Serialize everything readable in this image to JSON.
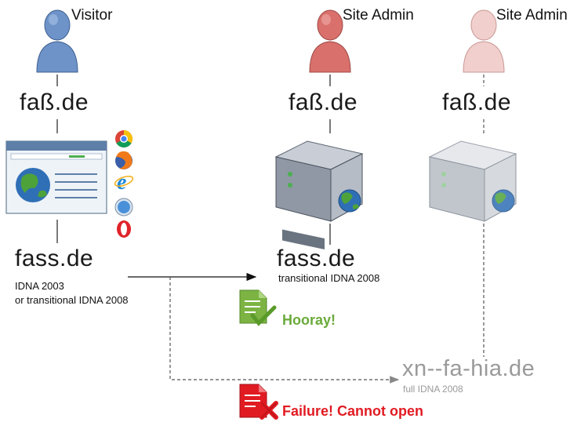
{
  "visitor": {
    "label": "Visitor",
    "typed_domain": "faß.de",
    "resolved_domain": "fass.de",
    "note_line1": "IDNA 2003",
    "note_line2": "or transitional IDNA 2008"
  },
  "admin_transitional": {
    "label": "Site Admin",
    "registered_domain": "faß.de",
    "server_domain": "fass.de",
    "server_note": "transitional IDNA 2008",
    "result": "Hooray!"
  },
  "admin_full": {
    "label": "Site Admin",
    "registered_domain": "faß.de",
    "server_domain": "xn--fa-hia.de",
    "server_note": "full IDNA 2008",
    "result": "Failure! Cannot open"
  },
  "colors": {
    "visitor_person": "#6d93c9",
    "admin_person": "#d9706b",
    "admin_faded_person": "#ecc2bf",
    "success": "#6aaa3a",
    "failure": "#e11b22",
    "faded_text": "#9a9a9a"
  },
  "icons": [
    "person-icon",
    "browser-window-icon",
    "chrome-icon",
    "firefox-icon",
    "ie-icon",
    "safari-icon",
    "opera-icon",
    "server-icon",
    "globe-icon",
    "document-check-icon",
    "document-cross-icon"
  ]
}
